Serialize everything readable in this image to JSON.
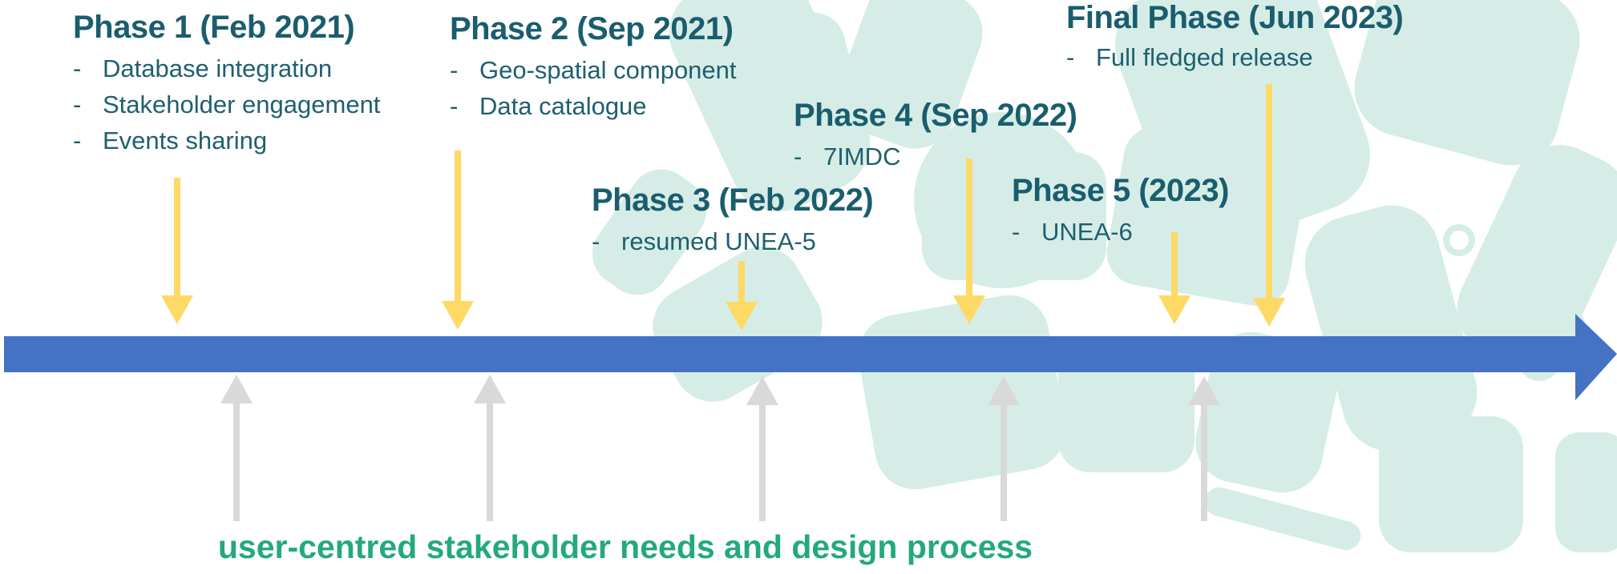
{
  "phases": [
    {
      "title": "Phase 1 (Feb 2021)",
      "items": [
        "Database integration",
        "Stakeholder engagement",
        "Events sharing"
      ]
    },
    {
      "title": "Phase 2 (Sep 2021)",
      "items": [
        "Geo-spatial component",
        "Data catalogue"
      ]
    },
    {
      "title": "Phase 3 (Feb 2022)",
      "items": [
        "resumed UNEA-5"
      ]
    },
    {
      "title": "Phase 4 (Sep 2022)",
      "items": [
        "7IMDC"
      ]
    },
    {
      "title": "Phase 5 (2023)",
      "items": [
        "UNEA-6"
      ]
    },
    {
      "title": "Final Phase (Jun 2023)",
      "items": [
        "Full fledged release"
      ]
    }
  ],
  "bullet": "-",
  "caption": "user-centred stakeholder needs and design process",
  "colors": {
    "timeline": "#4472c4",
    "milestone_arrow": "#ffd966",
    "input_arrow": "#d9d9d9",
    "background_shapes": "#d5ede6",
    "title": "#1a5d6e",
    "caption": "#23a97d"
  }
}
